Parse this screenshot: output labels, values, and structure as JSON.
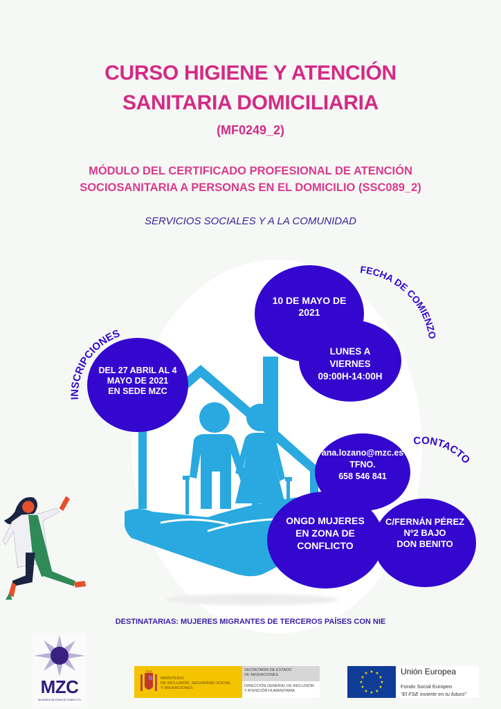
{
  "header": {
    "title_line1": "CURSO HIGIENE Y ATENCIÓN",
    "title_line2": "SANITARIA DOMICILIARIA",
    "course_code": "(MF0249_2)",
    "module_line1": "MÓDULO DEL CERTIFICADO PROFESIONAL DE ATENCIÓN",
    "module_line2": "SOCIOSANITARIA A PERSONAS EN EL DOMICILIO (SSC089_2)",
    "category": "SERVICIOS SOCIALES Y A LA COMUNIDAD"
  },
  "start_date": {
    "label": "FECHA DE COMIENZO",
    "date": "10 DE MAYO DE 2021",
    "schedule_days": "LUNES A VIERNES",
    "schedule_hours": "09:00H-14:00H"
  },
  "registration": {
    "label": "INSCRIPCIONES",
    "line1": "DEL 27 ABRIL AL 4",
    "line2": "MAYO DE 2021",
    "line3": "EN SEDE MZC"
  },
  "contact": {
    "label": "CONTACTO",
    "email": "ana.lozano@mzc.es",
    "phone_label": "TFNO.",
    "phone": "658 546 841",
    "org_line1": "ONGD MUJERES",
    "org_line2": "EN ZONA DE",
    "org_line3": "CONFLICTO",
    "address_line1": "C/FERNÁN PÉREZ",
    "address_line2": "Nº2 BAJO",
    "address_line3": "DON BENITO"
  },
  "audience": "DESTINATARIAS: MUJERES MIGRANTES DE TERCEROS PAÍSES CON NIE",
  "logos": {
    "mzc": {
      "acronym": "MZC",
      "subtitle": "MUJERES EN ZONA DE CONFLICTO"
    },
    "ministry": {
      "name_line1": "MINISTERIO",
      "name_line2": "DE INCLUSIÓN, SEGURIDAD SOCIAL",
      "name_line3": "Y MIGRACIONES",
      "secretaria_line1": "SECRETARÍA DE ESTADO",
      "secretaria_line2": "DE MIGRACIONES",
      "direccion_line1": "DIRECCIÓN GENERAL DE INCLUSIÓN",
      "direccion_line2": "Y ATENCIÓN HUMANITARIA"
    },
    "eu": {
      "title": "Unión Europea",
      "fund": "Fondo Social Europeo",
      "motto": "“El FSE invierte en tu futuro”"
    }
  },
  "colors": {
    "title_pink": "#d42a86",
    "bubble_indigo": "#3407cf",
    "illustration_blue": "#29a9e0",
    "background": "#f6f8f5"
  }
}
